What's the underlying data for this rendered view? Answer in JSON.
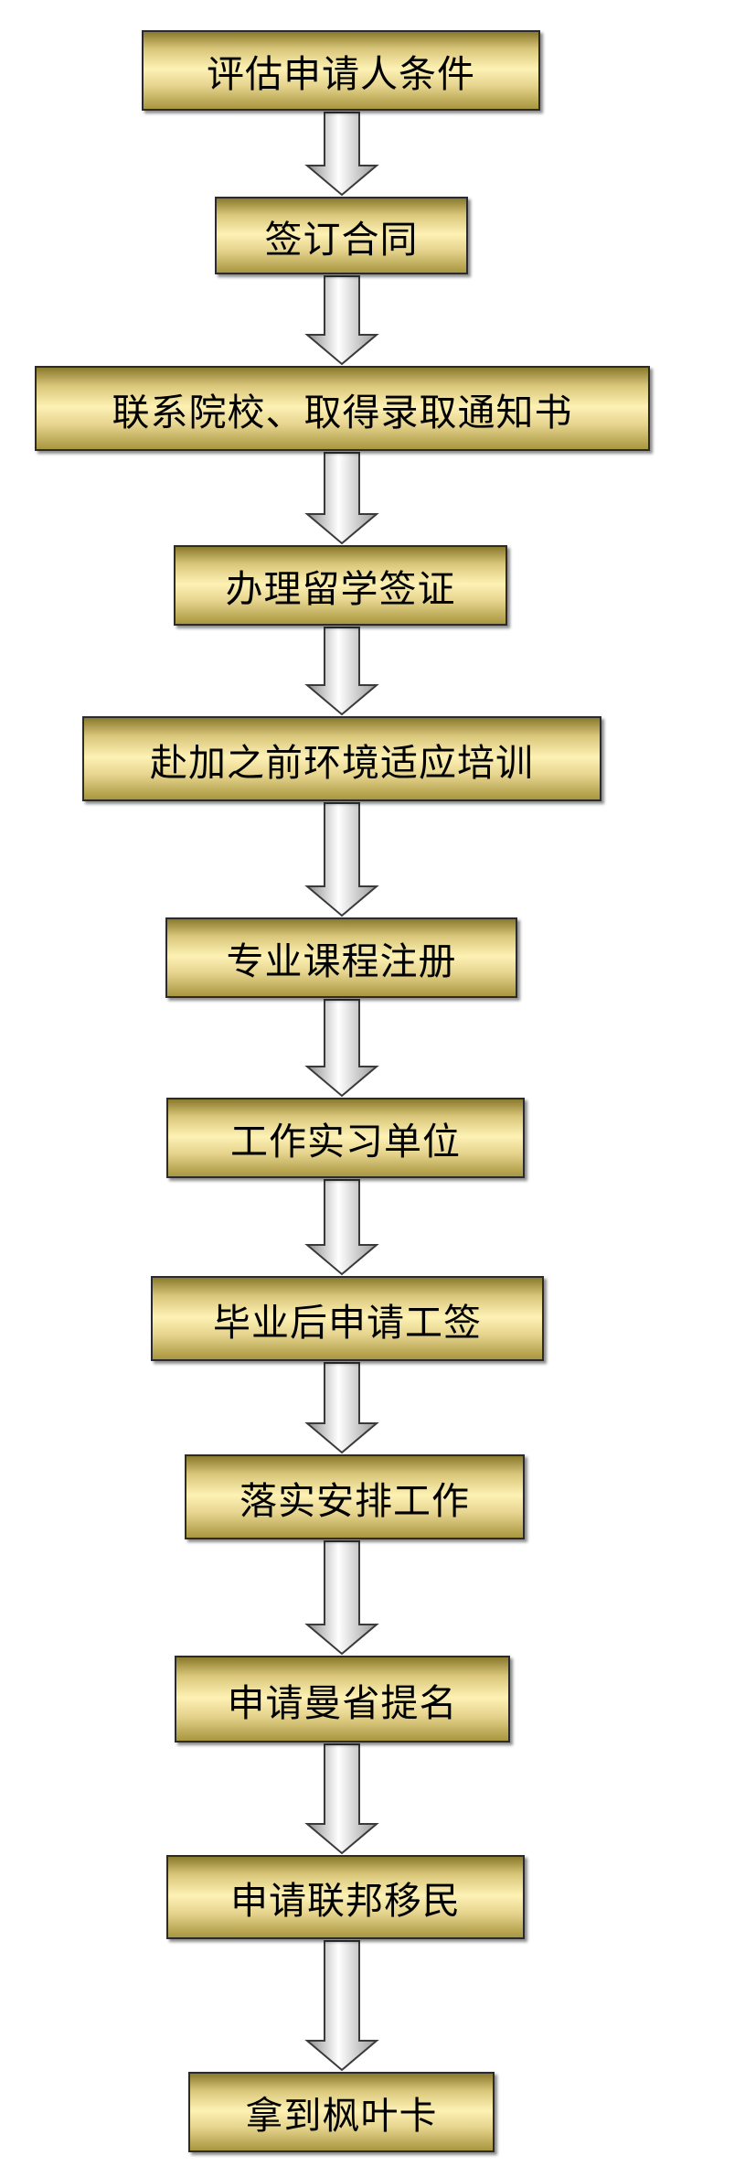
{
  "flowchart": {
    "steps": [
      "评估申请人条件",
      "签订合同",
      "联系院校、取得录取通知书",
      "办理留学签证",
      "赴加之前环境适应培训",
      "专业课程注册",
      "工作实习单位",
      "毕业后申请工签",
      "落实安排工作",
      "申请曼省提名",
      "申请联邦移民",
      "拿到枫叶卡"
    ]
  },
  "colors": {
    "box_border": "#2b2b2b",
    "box_gold_dark": "#8a7a2c",
    "box_gold_light": "#fdf1b4",
    "arrow_fill_dark": "#9a9a9a",
    "arrow_fill_light": "#ffffff",
    "arrow_stroke": "#3a3a3a"
  }
}
